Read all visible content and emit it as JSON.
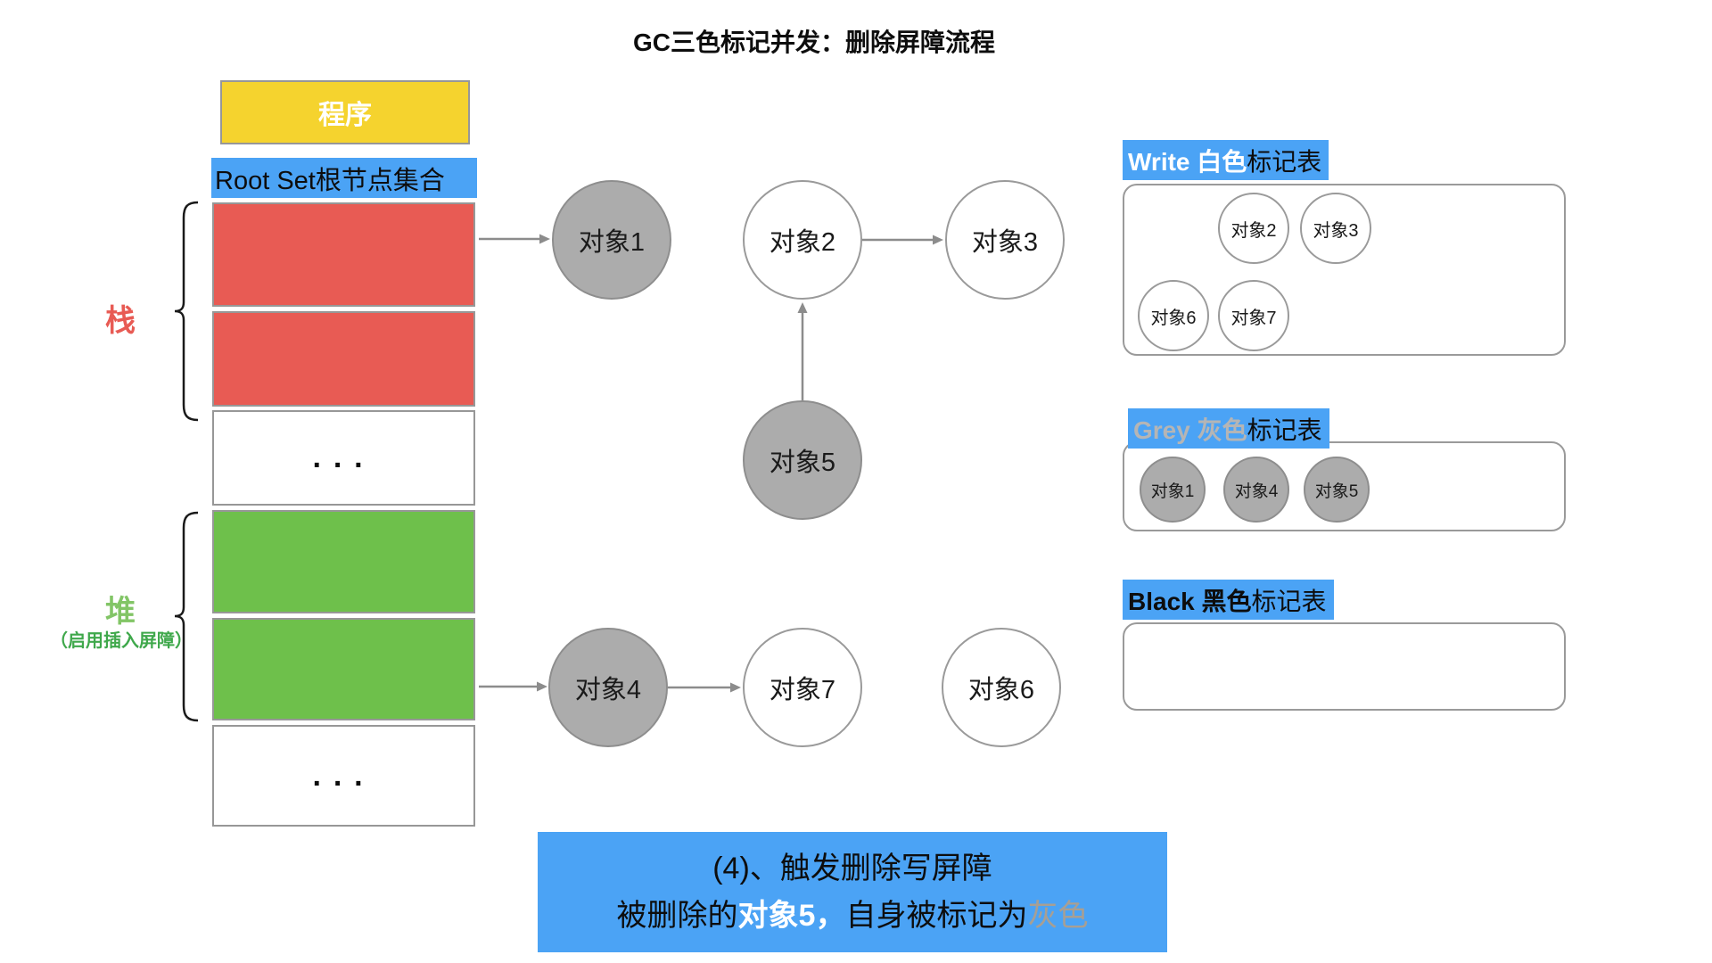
{
  "title": "GC三色标记并发：删除屏障流程",
  "memory": {
    "program": "程序",
    "root_set": "Root Set根节点集合",
    "stack_label": "栈",
    "heap_label": "堆",
    "heap_note": "（启用插入屏障）",
    "ellipsis": "···"
  },
  "graph": {
    "obj1": "对象1",
    "obj2": "对象2",
    "obj3": "对象3",
    "obj4": "对象4",
    "obj5": "对象5",
    "obj6": "对象6",
    "obj7": "对象7",
    "node_states": {
      "obj1": "grey",
      "obj2": "white",
      "obj3": "white",
      "obj4": "grey",
      "obj5": "grey",
      "obj6": "white",
      "obj7": "white"
    }
  },
  "tables": {
    "white": {
      "title_highlight": "Write 白色",
      "title_rest": "标记表",
      "row1": [
        "对象2",
        "对象3"
      ],
      "row2": [
        "对象6",
        "对象7"
      ]
    },
    "grey": {
      "title_highlight": "Grey 灰色",
      "title_rest": "标记表",
      "items": [
        "对象1",
        "对象4",
        "对象5"
      ]
    },
    "black": {
      "title_highlight": "Black 黑色",
      "title_rest": "标记表",
      "items": []
    }
  },
  "caption": {
    "line1": "(4)、触发删除写屏障",
    "line2_black1": "被删除的",
    "line2_white": "对象5，",
    "line2_black2": "自身被标记为",
    "line2_grey": "灰色"
  },
  "colors": {
    "accent_blue": "#4BA3F5",
    "program_yellow": "#F5D32E",
    "stack_red": "#E85B54",
    "heap_green": "#6EC04B",
    "grey_object": "#ACACAC",
    "grey_header_text": "#B5B5B5",
    "caption_grey_text": "#A89F93"
  }
}
